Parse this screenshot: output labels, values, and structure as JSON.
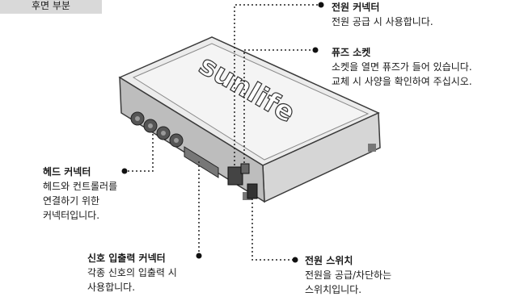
{
  "section_label": "후면 부분",
  "product_logo": "sunlife",
  "callouts": {
    "power_connector": {
      "title": "전원 커넥터",
      "desc": [
        "전원 공급 시 사용합니다."
      ]
    },
    "fuse_socket": {
      "title": "퓨즈 소켓",
      "desc": [
        "소켓을 열면 퓨즈가 들어 있습니다.",
        "교체 시 사양을 확인하여 주십시오."
      ]
    },
    "head_connector": {
      "title": "헤드 커넥터",
      "desc": [
        "헤드와 컨트롤러를",
        "연결하기 위한",
        "커넥터입니다."
      ]
    },
    "signal_io_connector": {
      "title": "신호 입출력 커넥터",
      "desc": [
        "각종 신호의 입출력 시",
        "사용합니다."
      ]
    },
    "power_switch": {
      "title": "전원 스위치",
      "desc": [
        "전원을 공급/차단하는",
        "스위치입니다."
      ]
    }
  }
}
